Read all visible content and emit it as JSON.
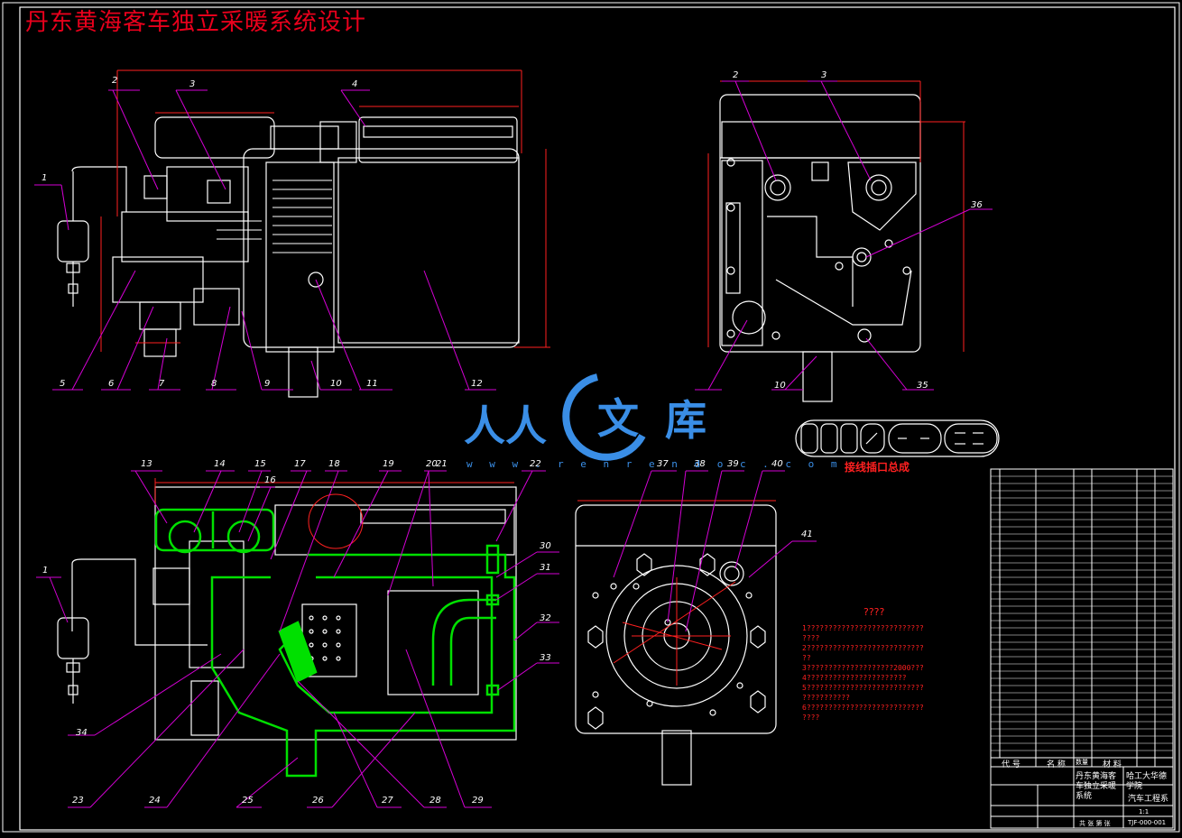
{
  "drawing": {
    "title": "丹东黄海客车独立采暖系统设计",
    "connector_caption": "接线插口总成",
    "part_callouts_top_left": [
      "1",
      "2",
      "3",
      "4",
      "5",
      "6",
      "7",
      "8",
      "9",
      "10",
      "11",
      "12"
    ],
    "part_callouts_top_right": [
      "2",
      "3",
      "36",
      "35",
      "10"
    ],
    "part_callouts_bottom_left": [
      "1",
      "13",
      "14",
      "15",
      "16",
      "17",
      "18",
      "19",
      "20",
      "21",
      "22",
      "30",
      "31",
      "32",
      "33",
      "34",
      "23",
      "24",
      "25",
      "26",
      "27",
      "28",
      "29"
    ],
    "part_callouts_bottom_right": [
      "37",
      "38",
      "39",
      "40",
      "41"
    ],
    "notes_title": "????",
    "notes": [
      "1???????????????????????????",
      "????",
      "2???????????????????????????",
      "??",
      "3????????????????????2000???",
      "4???????????????????????",
      "5???????????????????????????",
      "???????????",
      "6???????????????????????????",
      "????"
    ]
  },
  "watermark": {
    "left_text": "人人",
    "circle_text": "文",
    "right_text": "库",
    "url": "w w w . r e n r e n d o c . c o m"
  },
  "title_block": {
    "header_code": "代 号",
    "header_name": "名 称",
    "header_qty": "数量",
    "header_material": "材 料",
    "project_name": "丹东黄海客车独立采暖系统",
    "school": "哈工大华德学院",
    "department": "汽车工程系",
    "scale": "1:1",
    "sheet": "共 张  第 张",
    "drawing_no": "TJF-000-001"
  },
  "colors": {
    "line_white": "#ffffff",
    "line_magenta": "#d500d5",
    "line_red": "#ff2020",
    "line_green": "#00e000",
    "title_red": "#e8001c",
    "watermark_blue": "#3a8ee6"
  }
}
